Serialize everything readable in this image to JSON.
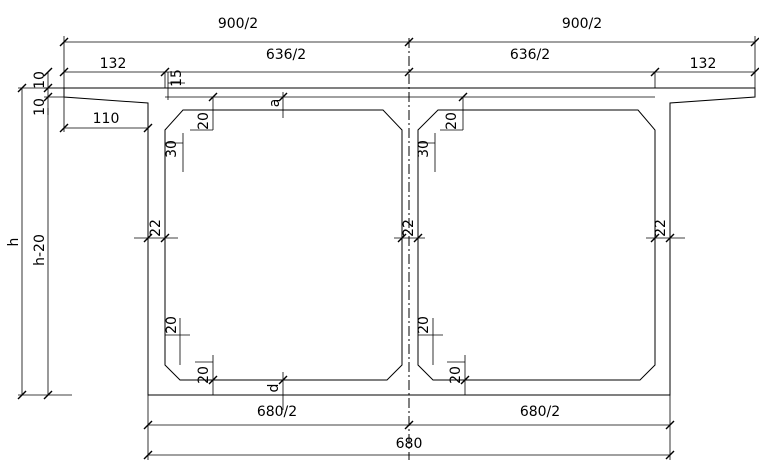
{
  "labels": {
    "half_width_left": "900/2",
    "half_width_right": "900/2",
    "cantilever_left": "132",
    "cantilever_right": "132",
    "top_slab_left": "636/2",
    "top_slab_right": "636/2",
    "flange_tip_thickness": "10",
    "flange_taper_thickness": "10",
    "flange_haunch_length": "110",
    "corner_15": "15",
    "top_haunch_left": "20",
    "top_haunch_right": "20",
    "top_slab_thickness": "a",
    "haunch_30_left": "30",
    "haunch_30_right": "30",
    "web_left": "22",
    "web_mid": "22",
    "web_right": "22",
    "bottom_haunch_left_20": "20",
    "bottom_haunch_right_20": "20",
    "bottom_haunch_left_20b": "20",
    "bottom_haunch_right_20b": "20",
    "bottom_slab_thickness": "d",
    "bottom_left": "680/2",
    "bottom_right": "680/2",
    "bottom_total": "680",
    "height_total": "h",
    "height_web": "h-20"
  }
}
